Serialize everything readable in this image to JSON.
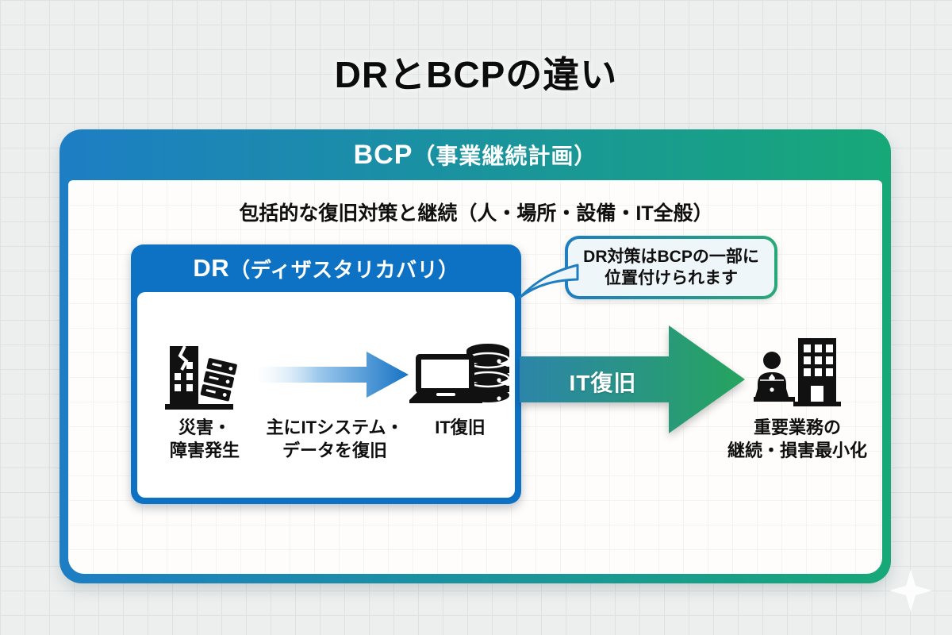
{
  "title": "DRとBCPの違い",
  "bcp": {
    "name": "BCP",
    "name_suffix": "（事業継続計画）",
    "description": "包括的な復旧対策と継続（人・場所・設備・IT全般）"
  },
  "dr": {
    "name": "DR",
    "name_suffix": "（ディザスタリカバリ）",
    "steps": [
      {
        "icon": "damaged-building-servers-icon",
        "lines": [
          "災害・",
          "障害発生"
        ]
      },
      {
        "icon": "gradient-arrow-right-icon",
        "lines": [
          "主にITシステム・",
          "データを復旧"
        ]
      },
      {
        "icon": "laptop-database-icon",
        "lines": [
          "IT復旧"
        ]
      }
    ]
  },
  "callout": {
    "lines": [
      "DR対策はBCPの一部に",
      "位置付けられます"
    ]
  },
  "flow": {
    "arrow_label": "IT復旧"
  },
  "outcome": {
    "icon": "person-building-icon",
    "lines": [
      "重要業務の",
      "継続・損害最小化"
    ]
  },
  "colors": {
    "background": "#edefef",
    "bcp_gradient_start": "#1d7ec4",
    "bcp_gradient_end": "#17a878",
    "dr_blue": "#0e72c4",
    "flow_arrow_start": "#2c85a9",
    "flow_arrow_end": "#26a45f",
    "small_arrow_end": "#1673c4",
    "callout_fill": "#eff6f9",
    "text": "#0f0f0f",
    "icon_black": "#111111"
  }
}
